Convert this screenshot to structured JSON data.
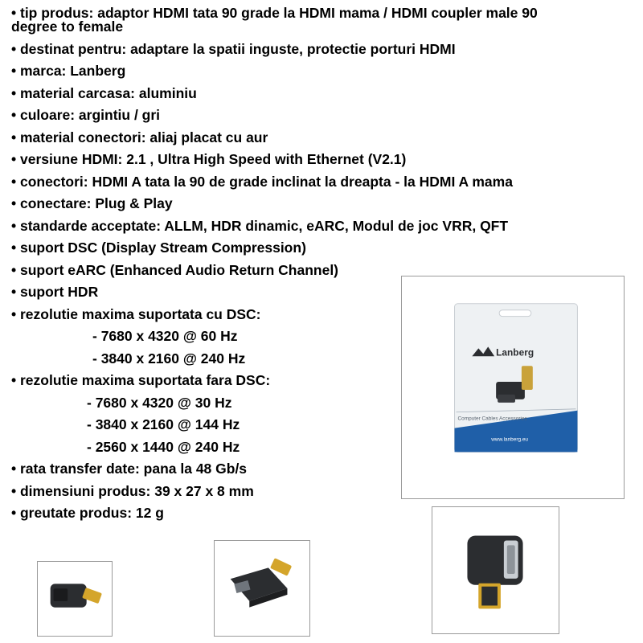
{
  "specs": [
    {
      "text": "• tip produs: adaptor HDMI tata 90 grade la HDMI mama / HDMI coupler male 90 degree to female",
      "indent": 0
    },
    {
      "text": "• destinat pentru: adaptare la spatii inguste, protectie porturi HDMI",
      "indent": 0
    },
    {
      "text": "• marca: Lanberg",
      "indent": 0
    },
    {
      "text": "• material carcasa: aluminiu",
      "indent": 0
    },
    {
      "text": "• culoare: argintiu / gri",
      "indent": 0
    },
    {
      "text": "• material conectori: aliaj placat cu aur",
      "indent": 0
    },
    {
      "text": "• versiune HDMI: 2.1 , Ultra High Speed with Ethernet (V2.1)",
      "indent": 0
    },
    {
      "text": "• conectori: HDMI A tata la 90 de grade inclinat la dreapta - la HDMI A mama",
      "indent": 0
    },
    {
      "text": "• conectare: Plug & Play",
      "indent": 0
    },
    {
      "text": "• standarde acceptate: ALLM, HDR dinamic, eARC, Modul de joc VRR, QFT",
      "indent": 0
    },
    {
      "text": "• suport DSC (Display Stream Compression)",
      "indent": 0
    },
    {
      "text": "• suport eARC (Enhanced Audio Return Channel)",
      "indent": 0
    },
    {
      "text": "• suport HDR",
      "indent": 0
    },
    {
      "text": "• rezolutie maxima suportata cu DSC:",
      "indent": 0
    },
    {
      "text": "- 7680 x 4320 @ 60 Hz",
      "indent": 1
    },
    {
      "text": "- 3840 x 2160 @ 240 Hz",
      "indent": 1
    },
    {
      "text": "• rezolutie maxima suportata fara DSC:",
      "indent": 0
    },
    {
      "text": "- 7680 x 4320 @ 30 Hz",
      "indent": 2
    },
    {
      "text": "- 3840 x 2160 @ 144 Hz",
      "indent": 2
    },
    {
      "text": "- 2560 x 1440 @ 240 Hz",
      "indent": 2
    },
    {
      "text": "• rata transfer date: pana la 48 Gb/s",
      "indent": 0
    },
    {
      "text": "• dimensiuni produs: 39 x 27 x 8 mm",
      "indent": 0
    },
    {
      "text": "• greutate produs: 12 g",
      "indent": 0
    }
  ],
  "package": {
    "brand": "Lanberg",
    "subtitle": "Computer Cables Accessories",
    "website": "www.lanberg.eu"
  },
  "colors": {
    "package_blue": "#1f5fa8",
    "adapter_body": "#2b2d30",
    "gold": "#d4a52b"
  }
}
